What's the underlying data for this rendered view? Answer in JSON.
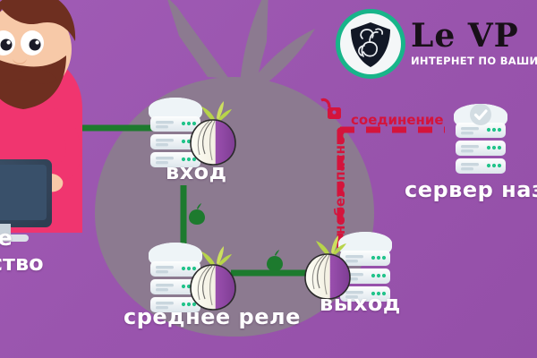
{
  "graphic": {
    "type": "infographic",
    "topic": "tor-network-routing",
    "background_color": "#9a55ae",
    "silhouette_color": "#8c7a90",
    "connection_color": "#1d7a2e",
    "insecure_color": "#d4143c"
  },
  "brand": {
    "logo_icon": "le-vpn-shield-monogram-icon",
    "name": "Le VP",
    "name_small_caps": "e",
    "tagline": "ИНТЕРНЕТ ПО ВАШИМ П",
    "ring_color": "#18b58a",
    "shield_color": "#121826"
  },
  "user": {
    "avatar_icon": "bearded-man-avatar-icon",
    "device_icon": "desktop-monitor-icon",
    "label_line1": "ше",
    "label_line2": "йство",
    "shirt_color": "#f0356f",
    "hair_color": "#6e2f20",
    "skin_color": "#f7c9a8"
  },
  "nodes": [
    {
      "id": "entry",
      "label": "вход",
      "icon": "server-stack-icon",
      "onion_icon": "tor-onion-icon",
      "onion_side": "right"
    },
    {
      "id": "middle",
      "label": "среднее реле",
      "icon": "server-stack-icon",
      "onion_icon": "tor-onion-icon",
      "onion_side": "right"
    },
    {
      "id": "exit",
      "label": "выход",
      "icon": "server-stack-icon",
      "onion_icon": "tor-onion-icon",
      "onion_side": "left"
    },
    {
      "id": "dest",
      "label": "сервер назнач",
      "icon": "server-stack-checked-icon",
      "badge": "checkmark-badge-icon"
    }
  ],
  "links": [
    {
      "from": "user",
      "to": "entry",
      "style": "solid",
      "color": "#1d7a2e",
      "marker": "none"
    },
    {
      "from": "entry",
      "to": "middle",
      "style": "solid",
      "color": "#1d7a2e",
      "marker": "onion-marker-icon"
    },
    {
      "from": "middle",
      "to": "exit",
      "style": "solid",
      "color": "#1d7a2e",
      "marker": "onion-marker-icon"
    },
    {
      "from": "exit",
      "to": "dest",
      "style": "dashed",
      "color": "#d4143c",
      "marker": "open-padlock-icon"
    }
  ],
  "insecure": {
    "lock_icon": "open-padlock-icon",
    "word_horizontal": "соединение",
    "word_vertical": "небезопасное"
  }
}
